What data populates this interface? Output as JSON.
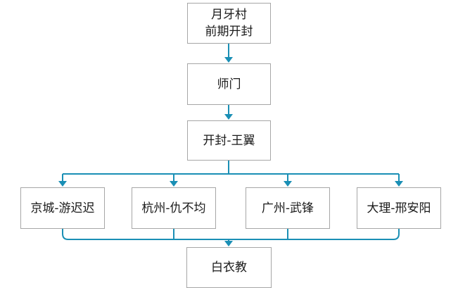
{
  "diagram": {
    "line_color": "#1a8fb5",
    "nodes": {
      "start": {
        "text": "月牙村\n前期开封"
      },
      "shimen": {
        "text": "师门"
      },
      "kaifeng": {
        "text": "开封-王翼"
      },
      "jingcheng": {
        "text": "京城-游迟迟"
      },
      "hangzhou": {
        "text": "杭州-仇不均"
      },
      "guangzhou": {
        "text": "广州-武锋"
      },
      "dali": {
        "text": "大理-邢安阳"
      },
      "baiyijiao": {
        "text": "白衣教"
      }
    }
  }
}
